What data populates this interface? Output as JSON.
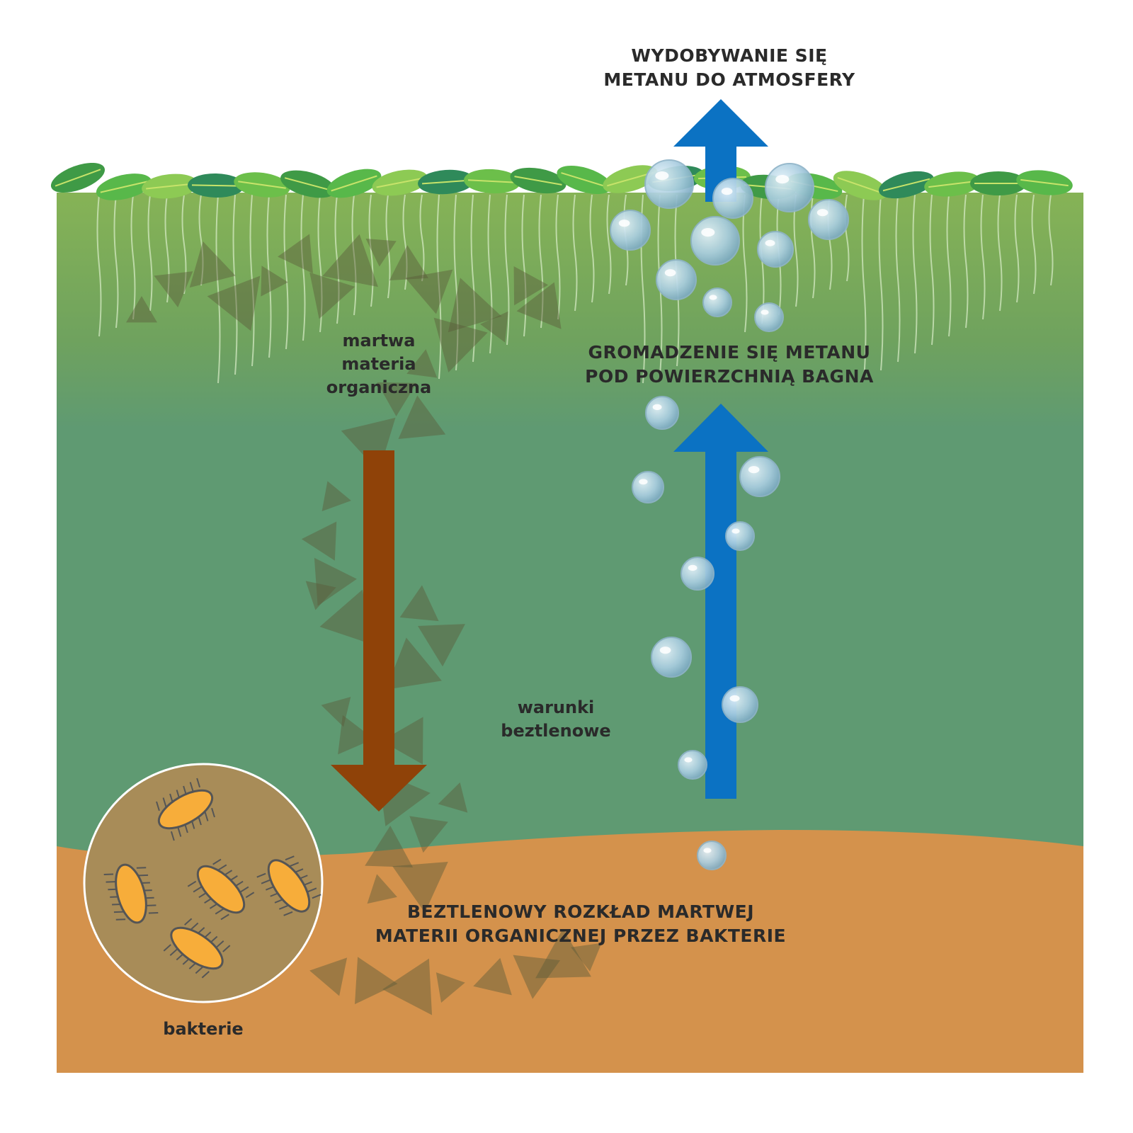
{
  "labels": {
    "methane_release": "WYDOBYWANIE SIĘ\nMETANU DO ATMOSFERY",
    "methane_accumulation": "GROMADZENIE SIĘ METANU\nPOD POWIERZCHNIĄ BAGNA",
    "dead_matter": "martwa\nmateria\norganiczna",
    "anaerobic_conditions": "warunki\nbeztlenowe",
    "anaerobic_decomposition": "BEZTLENOWY ROZKŁAD MARTWEJ\nMATERII ORGANICZNEJ PRZEZ BAKTERIE",
    "bacteria": "bakterie"
  },
  "colors": {
    "water_top": "#86b356",
    "water_bottom": "#5f9a72",
    "sediment": "#d4924c",
    "bacteria_circle": "#a88c58",
    "bacteria_body": "#f7ad3a",
    "down_arrow": "#8f4208",
    "up_arrow": "#0b72c3",
    "bubble": "#a9cde0",
    "leaf_dark": "#3f9a46",
    "leaf_light": "#8dca54",
    "debris": "#5a5a3a"
  }
}
